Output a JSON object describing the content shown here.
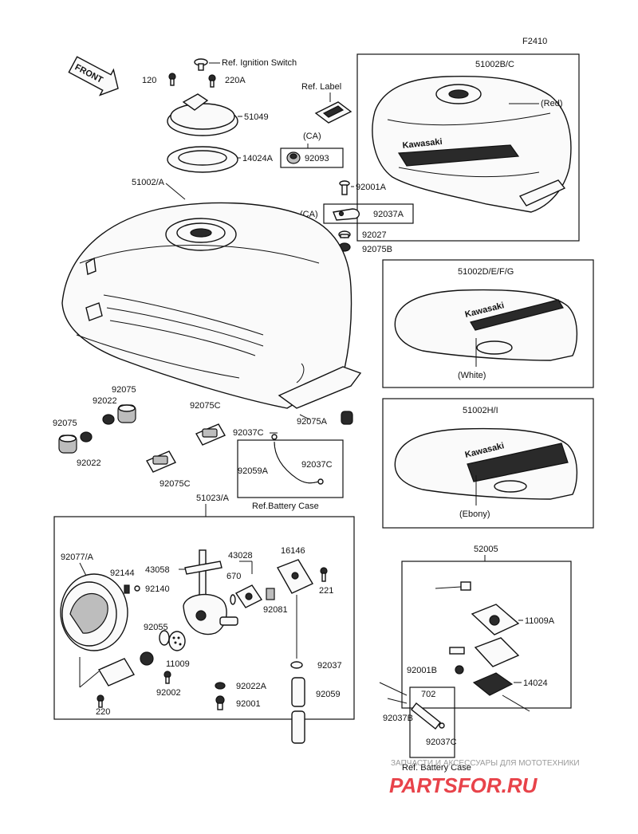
{
  "figure_code": "F2410",
  "front_label": "FRONT",
  "brand_text": "Kawasaki",
  "refs": {
    "ignition": "Ref. Ignition Switch",
    "label": "Ref. Label",
    "battery_case_1": "Ref.Battery Case",
    "battery_case_2": "Ref. Battery Case"
  },
  "variants": {
    "red": {
      "part": "51002B/C",
      "color": "(Red)"
    },
    "white": {
      "part": "51002D/E/F/G",
      "color": "(White)"
    },
    "ebony": {
      "part": "51002H/I",
      "color": "(Ebony)"
    }
  },
  "parts": {
    "p120": "120",
    "p220A": "220A",
    "p51049": "51049",
    "p14024A": "14024A",
    "ca1": "(CA)",
    "ca2": "(CA)",
    "p92093": "92093",
    "p92001A": "92001A",
    "p92037A": "92037A",
    "p92027": "92027",
    "p92075B": "92075B",
    "p51002A": "51002/A",
    "p92075a": "92075",
    "p92022a": "92022",
    "p92075b": "92075",
    "p92022b": "92022",
    "p92075C_1": "92075C",
    "p92075C_2": "92075C",
    "p92075A": "92075A",
    "p92037C_1": "92037C",
    "p92059A": "92059A",
    "p92037C_2": "92037C",
    "p51023A": "51023/A",
    "p92077A": "92077/A",
    "p92144": "92144",
    "p43058": "43058",
    "p43028": "43028",
    "p670": "670",
    "p16146": "16146",
    "p221": "221",
    "p92140": "92140",
    "p92081": "92081",
    "p92055": "92055",
    "p11009": "11009",
    "p92037": "92037",
    "p92002": "92002",
    "p92022A": "92022A",
    "p92059": "92059",
    "p220": "220",
    "p92001": "92001",
    "p52005": "52005",
    "p11009A": "11009A",
    "p92001B": "92001B",
    "p14024": "14024",
    "p702": "702",
    "p92037B": "92037B",
    "p92037C_3": "92037C"
  },
  "watermark": {
    "caption": "ЗАПЧАСТИ И АКСЕССУАРЫ ДЛЯ МОТОТЕХНИКИ",
    "logo": "PARTSFOR.RU"
  }
}
